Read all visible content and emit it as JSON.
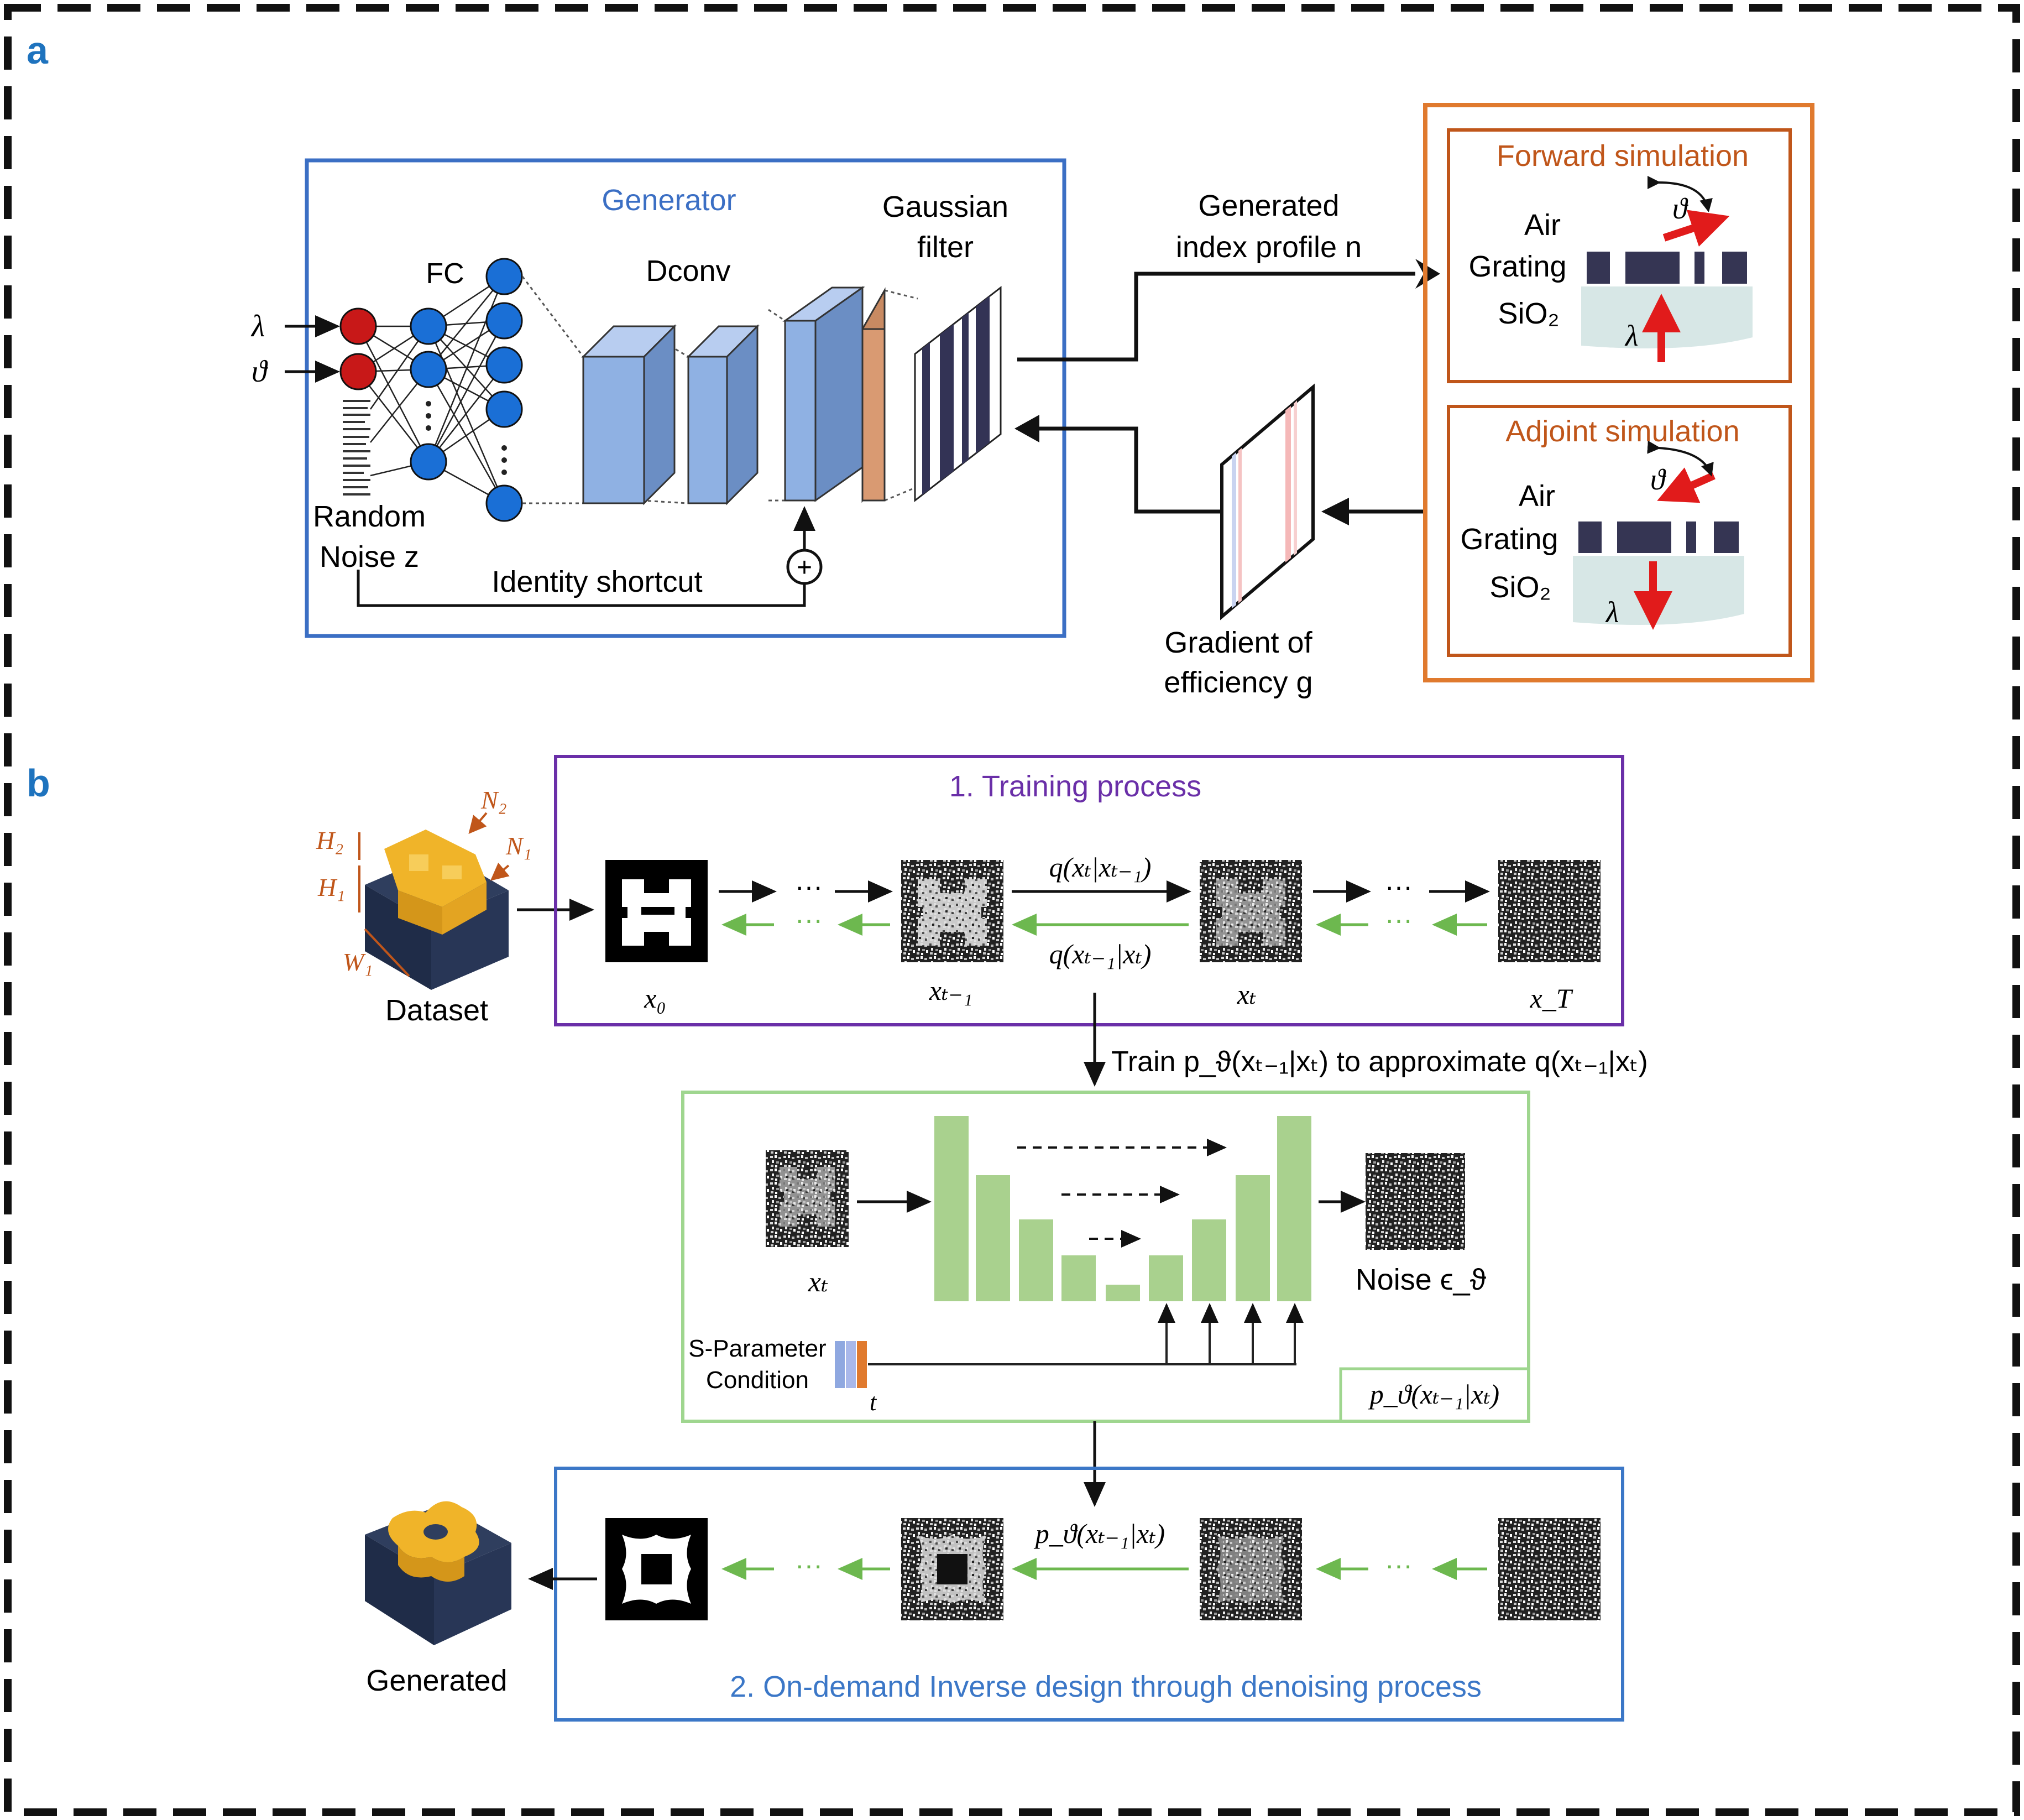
{
  "colors": {
    "panel_letter": "#1e73be",
    "generator_box": "#3b6fc4",
    "orange": "#e07a2e",
    "orange_text": "#c0561a",
    "purple": "#6a2fa8",
    "green_box": "#9fd68f",
    "green_arrow": "#6db84f",
    "blue_box": "#3b77c7",
    "blue_text": "#3b77c7",
    "layer_blue": "#8fb1e3",
    "layer_orange": "#d99a72",
    "node_red": "#c81818",
    "node_blue": "#1a6fd6",
    "bar_green": "#a9d18e",
    "grating": "#3a3a5a",
    "substrate": "#d7e7e6",
    "red_arrow": "#e11b1b"
  },
  "panel_a": {
    "letter": "a",
    "generator_title": "Generator",
    "fc_label": "FC",
    "dconv_label": "Dconv",
    "gaussian_label": [
      "Gaussian",
      "filter"
    ],
    "input_lambda": "λ",
    "input_theta": "ϑ",
    "random_noise": [
      "Random",
      "Noise z"
    ],
    "identity_shortcut": "Identity shortcut",
    "generated_profile": [
      "Generated",
      "index profile n"
    ],
    "gradient_label": [
      "Gradient of",
      "efficiency g"
    ],
    "forward_title": "Forward simulation",
    "adjoint_title": "Adjoint simulation",
    "air": "Air",
    "grating": "Grating",
    "sio2": "SiO₂",
    "theta": "ϑ",
    "lambda": "λ"
  },
  "panel_b": {
    "letter": "b",
    "training_title": "1. Training process",
    "dataset_label": "Dataset",
    "dims": [
      "N₂",
      "H₂",
      "N₁",
      "H₁",
      "W₁"
    ],
    "x_labels": [
      "x₀",
      "xₜ₋₁",
      "xₜ",
      "x_T"
    ],
    "q_forward": "q(xₜ|xₜ₋₁)",
    "q_reverse": "q(xₜ₋₁|xₜ)",
    "dots": "···",
    "train_text": "Train p_ϑ(xₜ₋₁|xₜ) to approximate q(xₜ₋₁|xₜ)",
    "unet_input": "xₜ",
    "noise_label": "Noise ϵ_ϑ",
    "s_param": "S-Parameter",
    "condition": "Condition",
    "t_label": "t",
    "p_label": "p_ϑ(xₜ₋₁|xₜ)",
    "p_arrow_label": "p_ϑ(xₜ₋₁|xₜ)",
    "generated_label": "Generated",
    "ondemand_title": "2. On-demand Inverse design through denoising process"
  }
}
